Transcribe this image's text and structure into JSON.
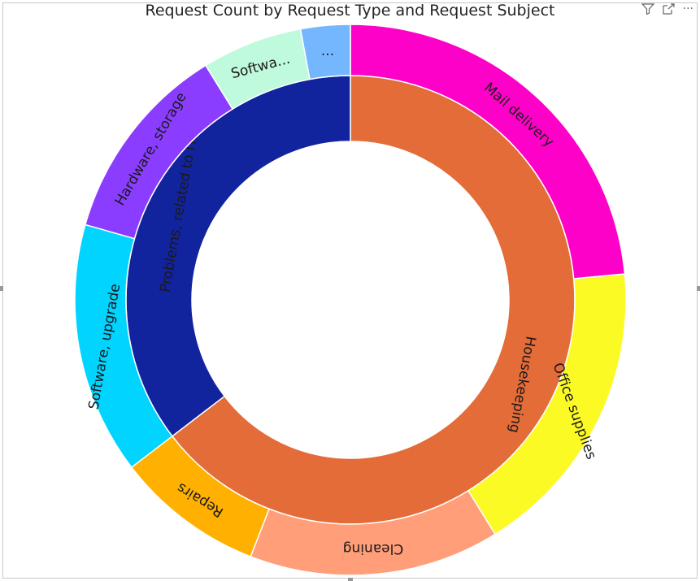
{
  "chart_data": {
    "type": "sunburst",
    "title": "Request Count by Request Type and Request Subject",
    "inner": [
      {
        "name": "Housekeeping",
        "value": 64.6,
        "color": "#E46C38"
      },
      {
        "name": "Problems, related to IT",
        "value": 35.4,
        "color": "#12239E"
      }
    ],
    "outer": [
      {
        "name": "Mail delivery",
        "parent": "Housekeeping",
        "value": 23.5,
        "color": "#FE01C9"
      },
      {
        "name": "Office supplies",
        "parent": "Housekeeping",
        "value": 17.7,
        "color": "#FCFA25"
      },
      {
        "name": "Cleaning",
        "parent": "Housekeeping",
        "value": 14.7,
        "color": "#FF9E78"
      },
      {
        "name": "Repairs",
        "parent": "Housekeeping",
        "value": 8.7,
        "color": "#FFB000"
      },
      {
        "name": "Software, upgrade",
        "parent": "Problems, related to IT",
        "value": 14.8,
        "color": "#00D4FF"
      },
      {
        "name": "Hardware, storage",
        "parent": "Problems, related to IT",
        "value": 11.8,
        "color": "#8B3DFF"
      },
      {
        "name": "Softwa...",
        "parent": "Problems, related to IT",
        "value": 5.9,
        "color": "#BFFADC"
      },
      {
        "name": "...",
        "parent": "Problems, related to IT",
        "value": 2.9,
        "color": "#75B7FF"
      }
    ]
  },
  "toolbar": {
    "filter_icon": "filter-icon",
    "focus_icon": "focus-mode-icon",
    "more_label": "···"
  }
}
